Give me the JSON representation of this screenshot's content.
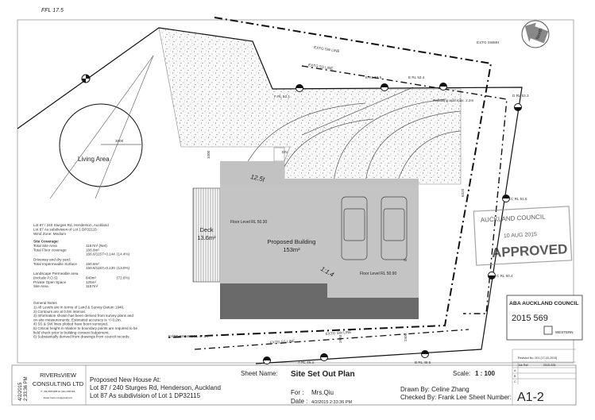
{
  "drawing": {
    "top_label": "FFL 17.5",
    "north_label": "North",
    "living_area": "Living Area",
    "living_dim": "3000",
    "dim_1000": "1000",
    "deck_label": "Deck",
    "deck_area": "13.6m²",
    "building_label": "Proposed Building",
    "building_area": "153m²",
    "floor_level_1": "Floor Level RL 50.30",
    "floor_level_2": "Floor Level RL 50.90",
    "handwritten_1": "12.5t",
    "handwritten_2": "1:1.4",
    "garage_w": "W",
    "dn_label": "DN",
    "retaining_wall": "Retaining wall max. 2.2m",
    "rl_labels": [
      "E RL 53.5",
      "E RL 53.4",
      "F RL 52.1",
      "D RL 53.3",
      "C RL 51.6",
      "C RL 50.4",
      "A RL 49.3",
      "B RL 49.5"
    ],
    "ext_labels": [
      "EXTG SWMH",
      "EXTG SW LINE",
      "EXTG SS LINE",
      "EXTG SWMH1 LL 47.54",
      "EXTG SW LINE",
      "EXTG SS LINE"
    ],
    "dim_6320": "6320",
    "dim_2940": "2940",
    "dim_2400": "2400"
  },
  "site_info": {
    "lines": [
      "Lot 87 / 240 Sturges Rd, Henderson, Auckland",
      "Lot 87  As subdivision of Lot 1 DP32115",
      "Wind Zone:                                     Medium"
    ],
    "site_coverage_title": "Site Coverage:",
    "rows": [
      {
        "label": "Total Site Area",
        "value": "1157m² (Net)",
        "pct": ""
      },
      {
        "label": "Total Floor coverage",
        "value": "166.6m²",
        "pct": ""
      },
      {
        "label": "",
        "value": "166.6/1157=0.144",
        "pct": "(14.4%)"
      },
      {
        "label": "Driveway and dry yard:",
        "value": "",
        "pct": ""
      },
      {
        "label": "Total Impermeable Surface",
        "value": "150.6m²",
        "pct": ""
      },
      {
        "label": "",
        "value": "150.6/1157=0.130",
        "pct": "(13.0%)"
      },
      {
        "label": "Landscape Permeable area",
        "value": "",
        "pct": ""
      },
      {
        "label": "       (include P.O.S)",
        "value": "840m²",
        "pct": "(72.6%)"
      },
      {
        "label": "Private Open Space",
        "value": "125m²",
        "pct": ""
      },
      {
        "label": "Site Area",
        "value": "1157m²",
        "pct": ""
      }
    ],
    "notes_title": "General Notes",
    "notes": [
      "1) All Levels are in terms of Land & Survey Datum 1946.",
      "2) Contours are at 0.5m interval.",
      "3) Information shown has been derived from survey plans and",
      "on-site measurements. Estimated accuracy is +/-0.2m.",
      "4) SS & SW lines plotted have been surveyed.",
      "5) Critical height in relation to boundary points are required to be",
      "   field check prior to building consent lodgement.",
      "6) Substantially derived from drawings from council records."
    ]
  },
  "stamps": {
    "council_top": "AUCKLAND COUNCIL",
    "council_date": "10 AUG 2015",
    "council_status": "APPROVED",
    "aba_title": "ABA AUCKLAND COUNCIL",
    "aba_number": "2015  569",
    "aba_region": "WESTERN"
  },
  "title_block": {
    "print_date": "4/2/2015",
    "print_time": "2:33:36 PM",
    "company_line1": "RIVERsVIEW",
    "company_line2": "CONSULTING LTD",
    "company_phone": "P: (09) 838 9286  M: (021) 838 906",
    "company_email": "Email: frank.rvcc@gmail.com",
    "project_title": "Proposed New House At:",
    "project_address": "Lot 87 / 240 Sturges Rd, Henderson, Auckland",
    "project_lot": "Lot 87  As subdivision of Lot 1 DP32115",
    "sheet_name_label": "Sheet Name:",
    "sheet_name": "Site Set Out Plan",
    "for_label": "For  :",
    "for_value": "Mrs.Qiu",
    "date_label": "Date :",
    "date_value": "4/2/2015 2:33:36 PM",
    "drawn_by": "Drawn By: Celine Zhang",
    "checked_by": "Checked By: Frank Lee",
    "scale_label": "Scale:",
    "scale_value": "1 : 100",
    "sheet_number_label": "Sheet Number:",
    "sheet_number": "A1-2",
    "revision": "Revision No. 001 (17-03-2015)",
    "job_ref_label": "Job Ref:",
    "job_ref": "2015-025",
    "rev_rows": [
      "A",
      "B",
      "C"
    ]
  }
}
